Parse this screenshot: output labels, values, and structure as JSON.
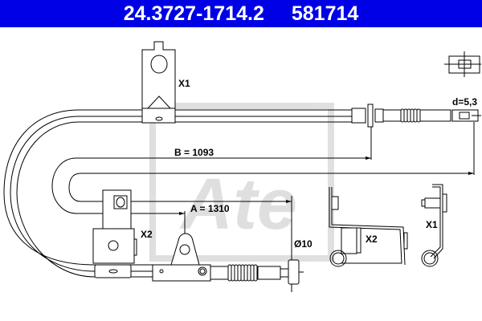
{
  "header": {
    "part_number": "24.3727-1714.2",
    "ref_number": "581714",
    "background_color": "#0000e6"
  },
  "watermark": {
    "logo_text": "Ate"
  },
  "labels": {
    "x1_top": "X1",
    "d_label": "d=5,3",
    "b_dim": "B = 1093",
    "a_dim": "A = 1310",
    "x2_left": "X2",
    "diameter": "Ø10",
    "x2_detail": "X2",
    "x1_detail": "X1"
  }
}
